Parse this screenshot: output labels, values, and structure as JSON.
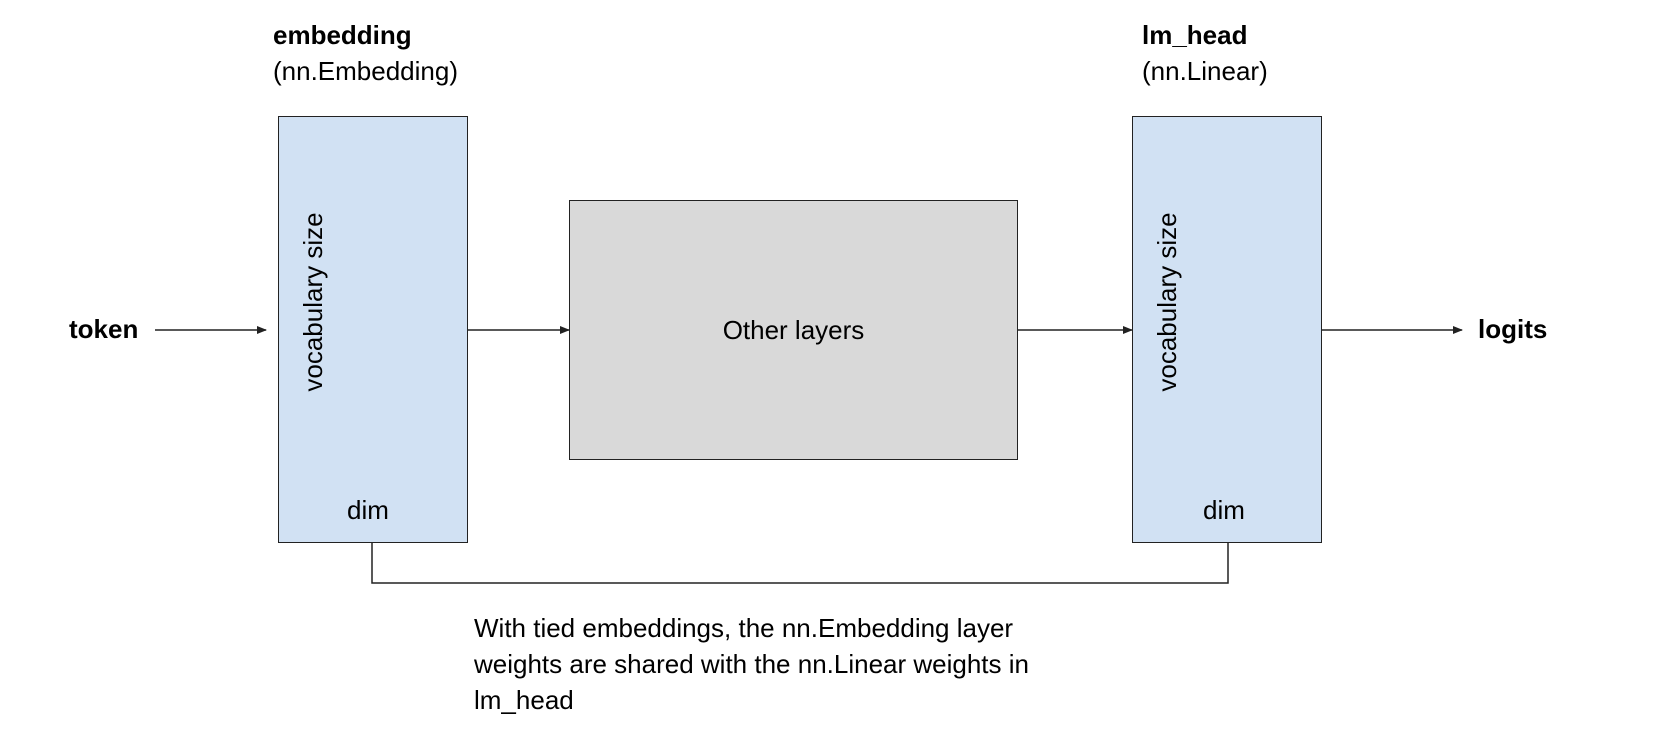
{
  "labels": {
    "input": "token",
    "output": "logits",
    "embedding_name": "embedding",
    "embedding_type": "(nn.Embedding)",
    "lm_head_name": "lm_head",
    "lm_head_type": "(nn.Linear)",
    "embedding_vocab": "vocabulary size",
    "embedding_dim": "dim",
    "lm_head_vocab": "vocabulary size",
    "lm_head_dim": "dim",
    "middle": "Other layers"
  },
  "note": {
    "line1": "With tied embeddings, the nn.Embedding layer",
    "line2": "weights are shared with the nn.Linear weights in",
    "line3": "lm_head"
  },
  "colors": {
    "block_blue": "#d1e1f3",
    "block_gray": "#d9d9d9",
    "stroke": "#222222"
  }
}
